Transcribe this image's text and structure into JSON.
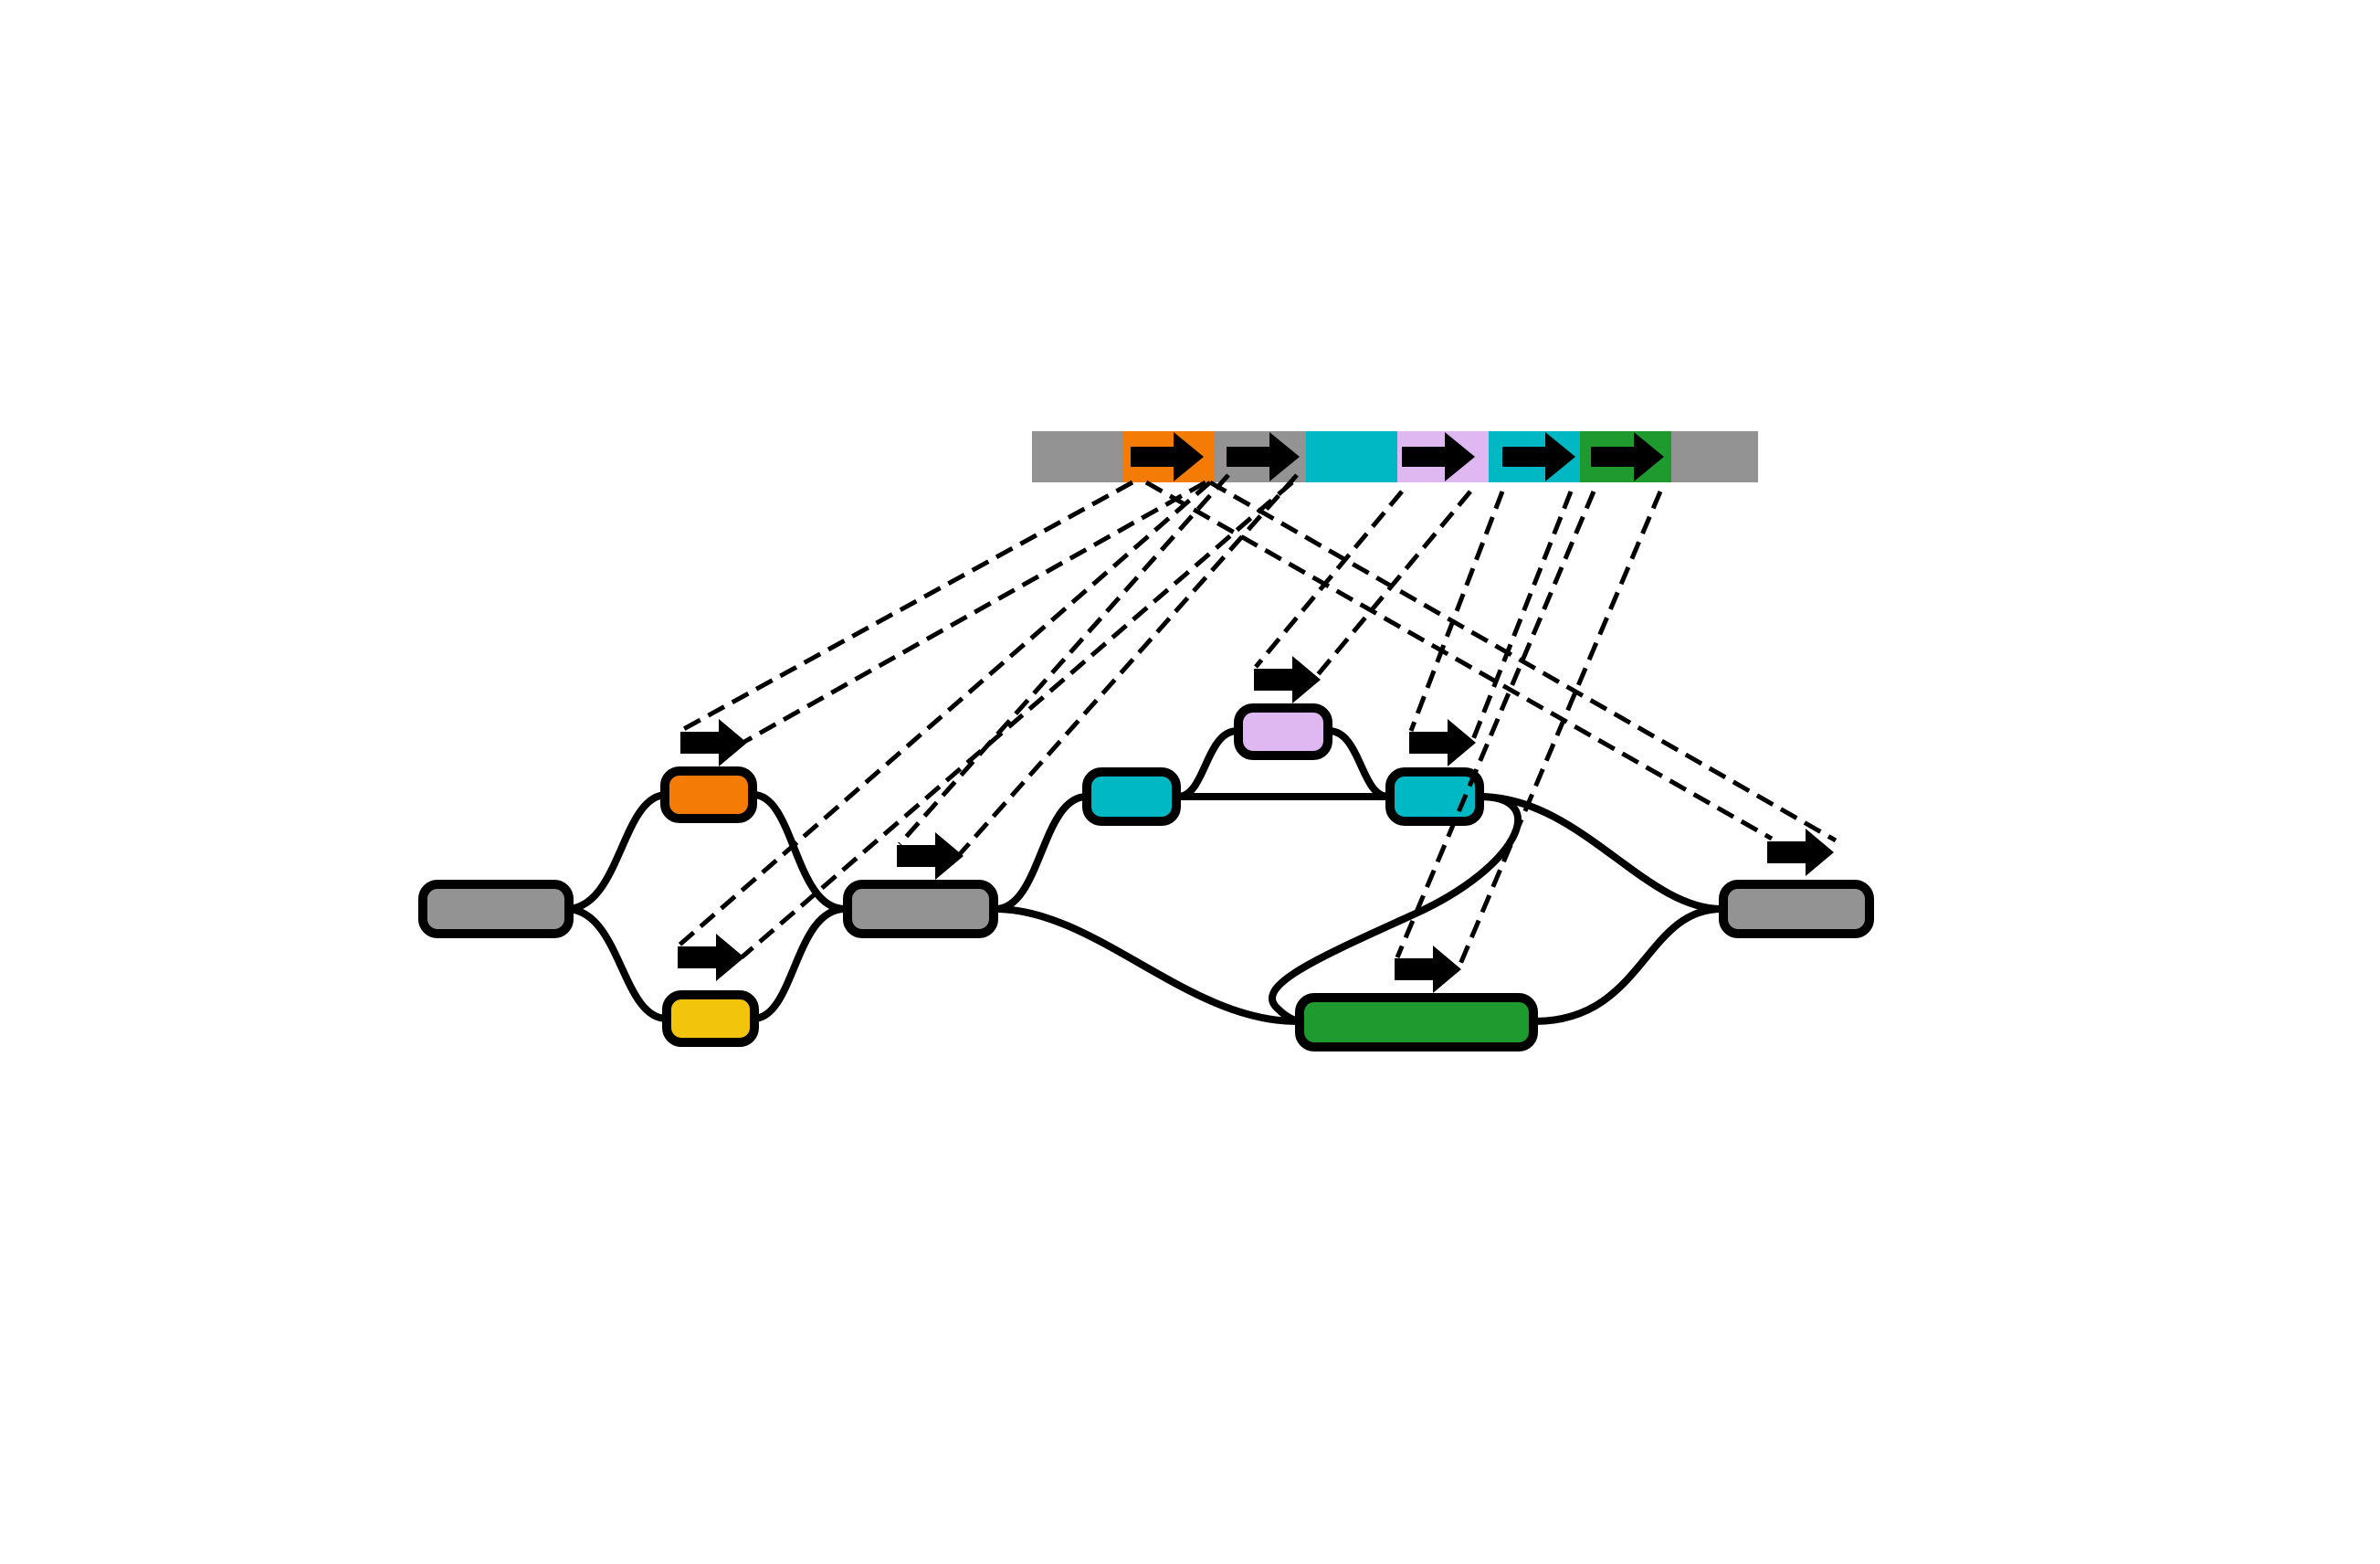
{
  "colors": {
    "gray": "#939393",
    "orange": "#f57b07",
    "yellow": "#f2c40b",
    "cyan": "#00b8c4",
    "lavender": "#dfb8f2",
    "green": "#1f9a2f",
    "stroke": "#000000",
    "background": "#ffffff"
  },
  "path_bar": {
    "segments": [
      {
        "id": "left-flank",
        "color": "gray",
        "arrow": false
      },
      {
        "id": "orange-variant",
        "color": "orange",
        "arrow": true
      },
      {
        "id": "gray-core",
        "color": "gray",
        "arrow": true
      },
      {
        "id": "cyan-first",
        "color": "cyan",
        "arrow": false
      },
      {
        "id": "lavender-bubble",
        "color": "lavender",
        "arrow": true
      },
      {
        "id": "cyan-second",
        "color": "cyan",
        "arrow": true
      },
      {
        "id": "green-segment",
        "color": "green",
        "arrow": true
      },
      {
        "id": "right-flank",
        "color": "gray",
        "arrow": false
      }
    ]
  },
  "graph_nodes": [
    {
      "id": "n-left",
      "color": "gray",
      "arrow": false
    },
    {
      "id": "n-orange",
      "color": "orange",
      "arrow": true
    },
    {
      "id": "n-yellow",
      "color": "yellow",
      "arrow": true
    },
    {
      "id": "n-mid",
      "color": "gray",
      "arrow": true
    },
    {
      "id": "n-cyan-a",
      "color": "cyan",
      "arrow": false
    },
    {
      "id": "n-lavender",
      "color": "lavender",
      "arrow": true
    },
    {
      "id": "n-cyan-b",
      "color": "cyan",
      "arrow": true
    },
    {
      "id": "n-green",
      "color": "green",
      "arrow": true
    },
    {
      "id": "n-right",
      "color": "gray",
      "arrow": true
    }
  ],
  "graph_edges": [
    [
      "n-left",
      "n-orange"
    ],
    [
      "n-left",
      "n-yellow"
    ],
    [
      "n-orange",
      "n-mid"
    ],
    [
      "n-yellow",
      "n-mid"
    ],
    [
      "n-mid",
      "n-cyan-a"
    ],
    [
      "n-mid",
      "n-green"
    ],
    [
      "n-cyan-a",
      "n-lavender"
    ],
    [
      "n-cyan-a",
      "n-cyan-b"
    ],
    [
      "n-lavender",
      "n-cyan-b"
    ],
    [
      "n-cyan-b",
      "n-right"
    ],
    [
      "n-cyan-b",
      "n-green"
    ],
    [
      "n-green",
      "n-right"
    ]
  ],
  "mappings": [
    {
      "from": "orange-variant",
      "to": "n-orange"
    },
    {
      "from": "gray-core",
      "to": "n-yellow"
    },
    {
      "from": "gray-core",
      "to": "n-mid"
    },
    {
      "from": "lavender-bubble",
      "to": "n-lavender"
    },
    {
      "from": "cyan-second",
      "to": "n-cyan-b"
    },
    {
      "from": "green-segment",
      "to": "n-green"
    },
    {
      "from": "orange-variant",
      "to": "n-right"
    }
  ]
}
